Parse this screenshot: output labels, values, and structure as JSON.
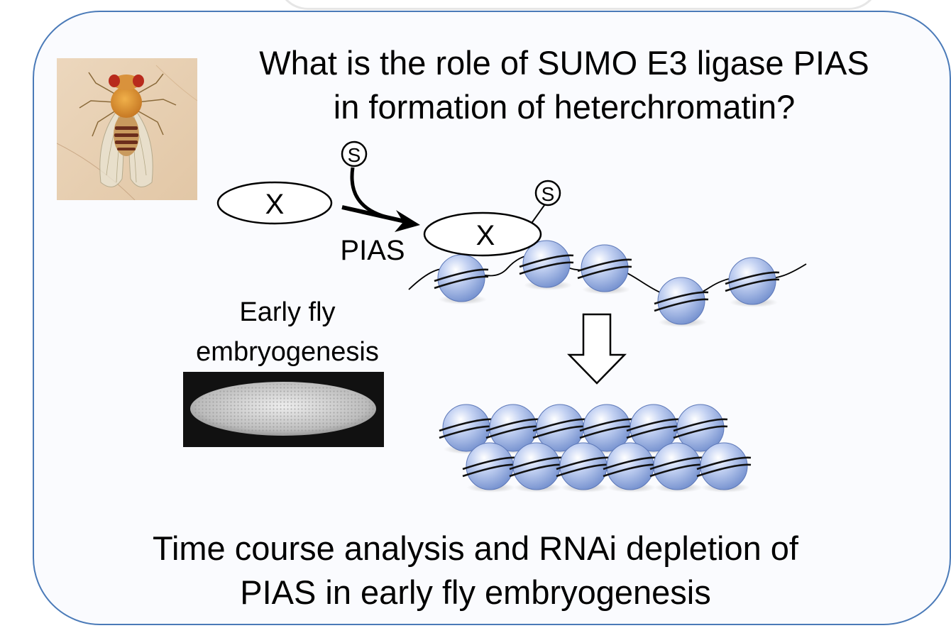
{
  "title": {
    "line1": "What is the role of SUMO E3 ligase PIAS",
    "line2": "in formation of heterchromatin?"
  },
  "diagram": {
    "substrate_label": "X",
    "sumoylated_label": "X",
    "sumo_symbol": "S",
    "enzyme_label": "PIAS"
  },
  "embryo": {
    "label_line1": "Early fly",
    "label_line2": "embryogenesis"
  },
  "conclusion": {
    "line1": "Time course analysis and RNAi depletion of",
    "line2": "PIAS in early fly embryogenesis"
  },
  "colors": {
    "panel_border": "#4a7ab8",
    "nucleosome": "#8fa8e0"
  },
  "icons": {
    "fly": "fruit-fly-illustration",
    "embryo": "embryo-micrograph",
    "arrow": "down-outline-arrow"
  }
}
